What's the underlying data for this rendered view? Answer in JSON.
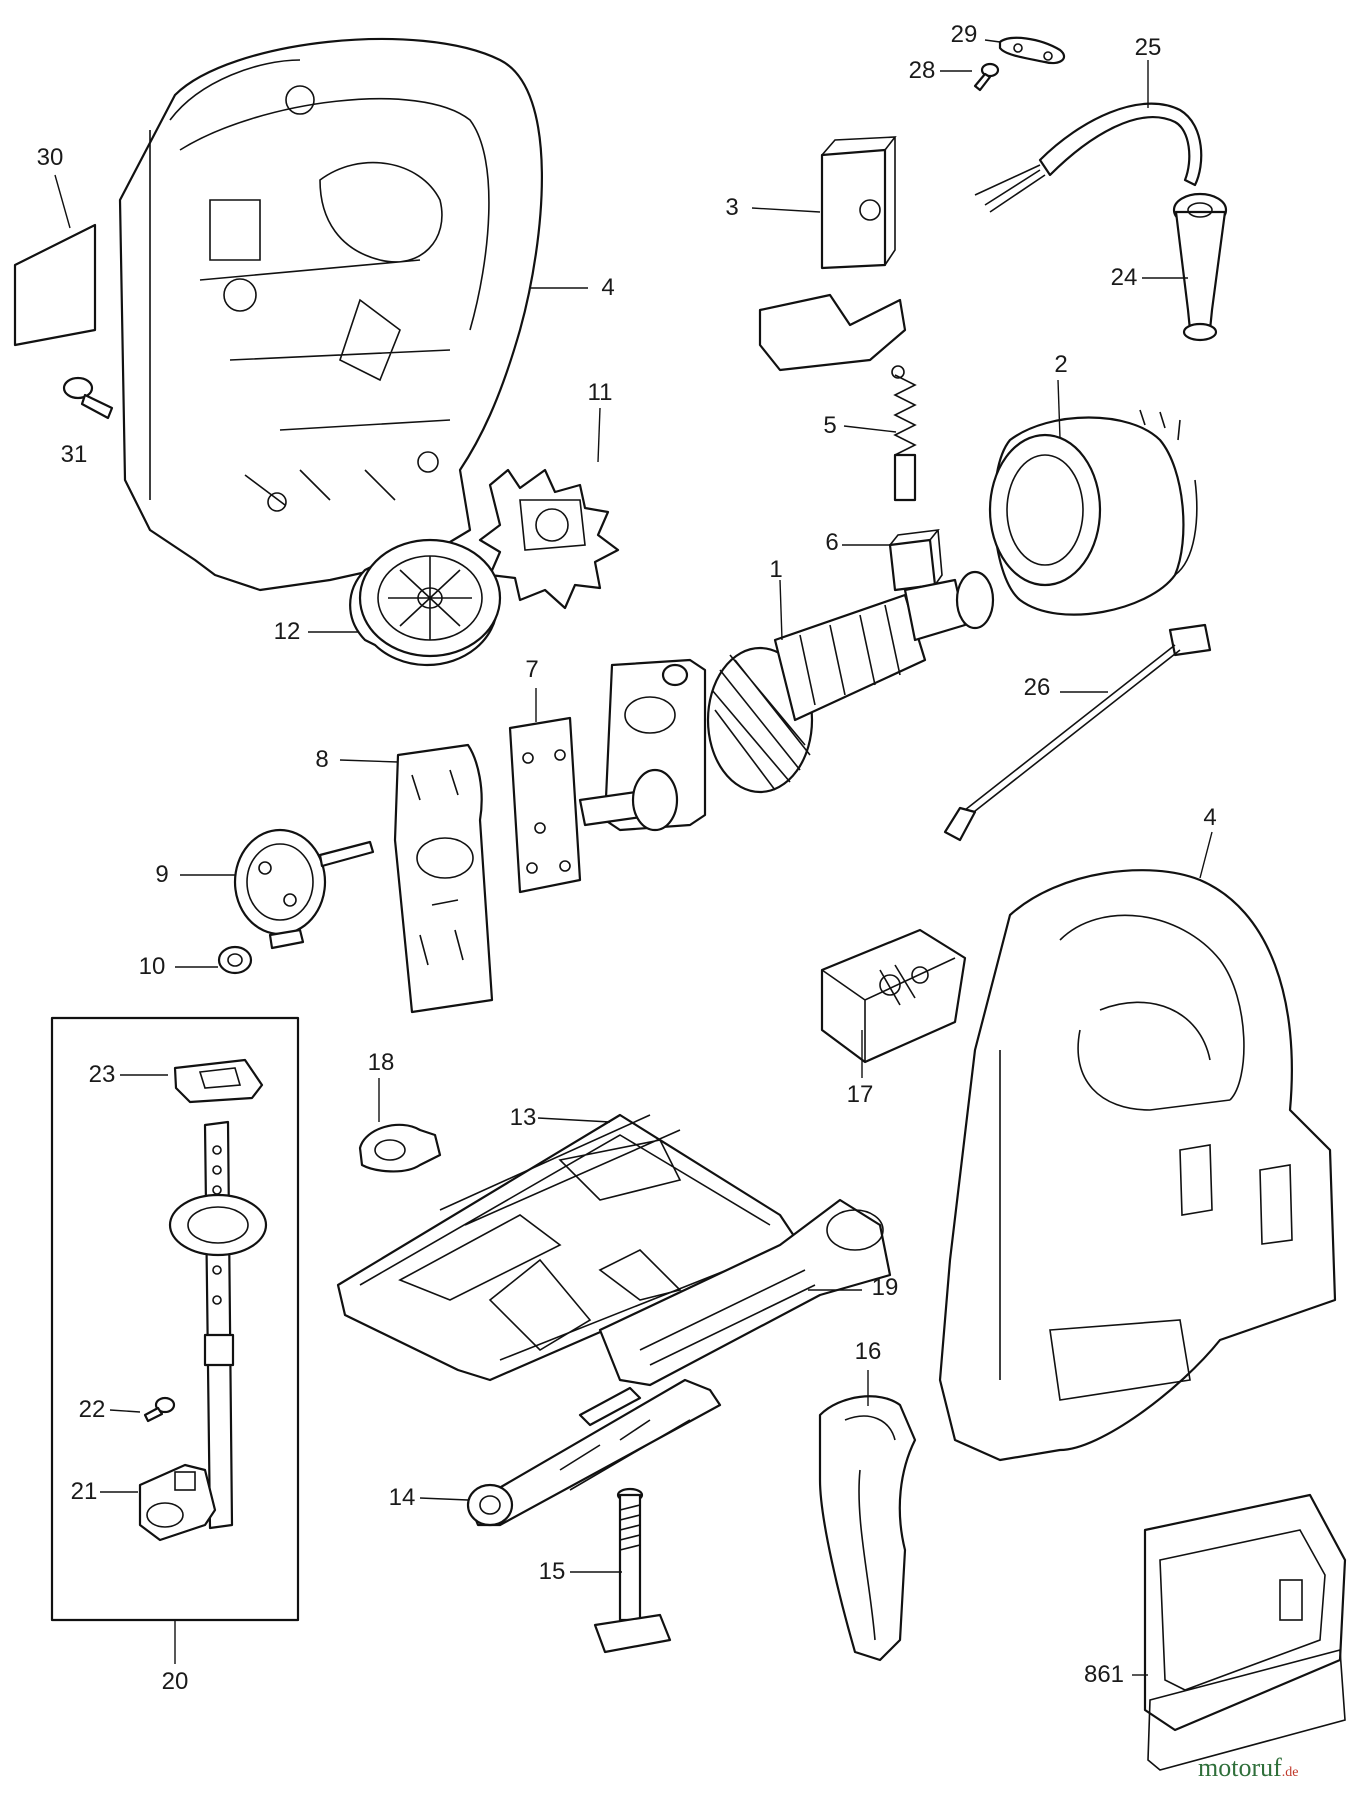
{
  "labels": {
    "l1": "1",
    "l2": "2",
    "l3": "3",
    "l4a": "4",
    "l4b": "4",
    "l5": "5",
    "l6": "6",
    "l7": "7",
    "l8": "8",
    "l9": "9",
    "l10": "10",
    "l11": "11",
    "l12": "12",
    "l13": "13",
    "l14": "14",
    "l15": "15",
    "l16": "16",
    "l17": "17",
    "l18": "18",
    "l19": "19",
    "l20": "20",
    "l21": "21",
    "l22": "22",
    "l23": "23",
    "l24": "24",
    "l25": "25",
    "l26": "26",
    "l28": "28",
    "l29": "29",
    "l30": "30",
    "l31": "31",
    "l861": "861"
  },
  "watermark": {
    "brand": "motoruf",
    "tld": ".de"
  },
  "colors": {
    "line": "#111111",
    "background": "#ffffff",
    "watermark_main": "#2f6f3a",
    "watermark_accent": "#c0392b"
  }
}
